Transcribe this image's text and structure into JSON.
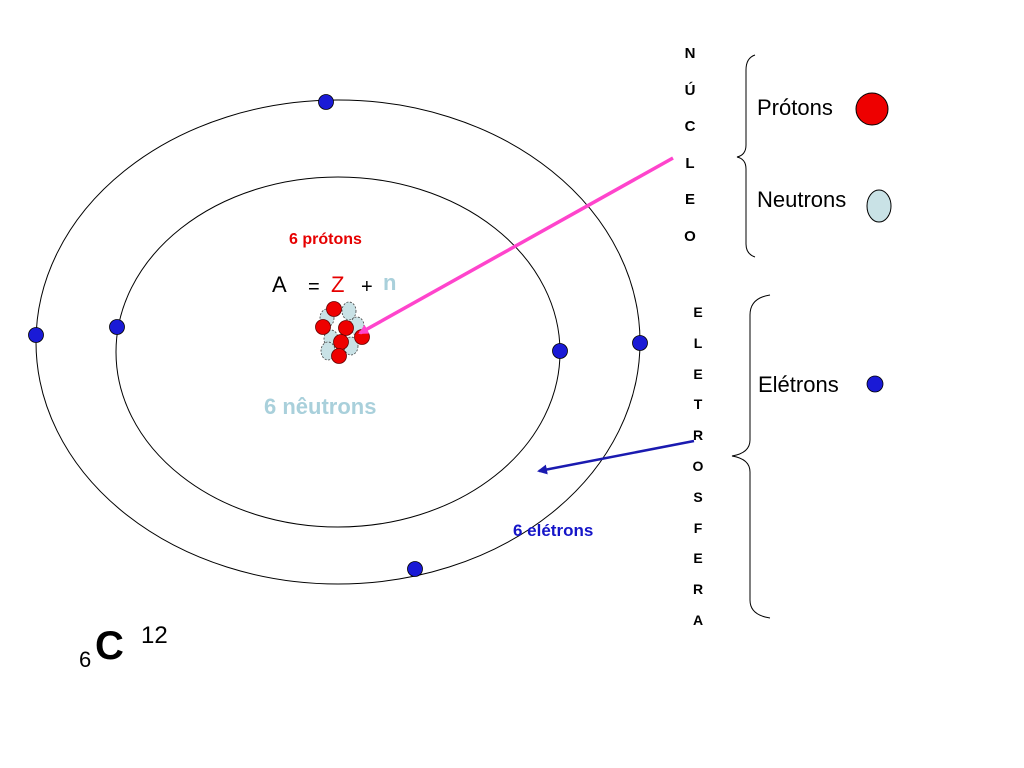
{
  "nucleus_word": "NÚCLEO",
  "electrosphere_word": "ELETROSFERA",
  "legend": {
    "protons": "Prótons",
    "neutrons": "Neutrons",
    "electrons": "Elétrons"
  },
  "labels": {
    "protons_count": "6 prótons",
    "neutrons_count": "6 nêutrons",
    "electrons_count": "6 elétrons"
  },
  "formula": {
    "a": "A",
    "equals": "=",
    "z": "Z",
    "plus": "+",
    "n": "n"
  },
  "symbol": {
    "atomic_number": "6",
    "element": "C",
    "mass_number": "12"
  },
  "colors": {
    "proton": "#ee0000",
    "neutron": "#c9e2e6",
    "electron": "#1a1ad6",
    "nucleus_arrow": "#ff44cc",
    "electron_arrow": "#1a1ab0",
    "neutron_label": "#a9d0db",
    "protons_label": "#e60000",
    "electrons_label": "#1515c8"
  }
}
